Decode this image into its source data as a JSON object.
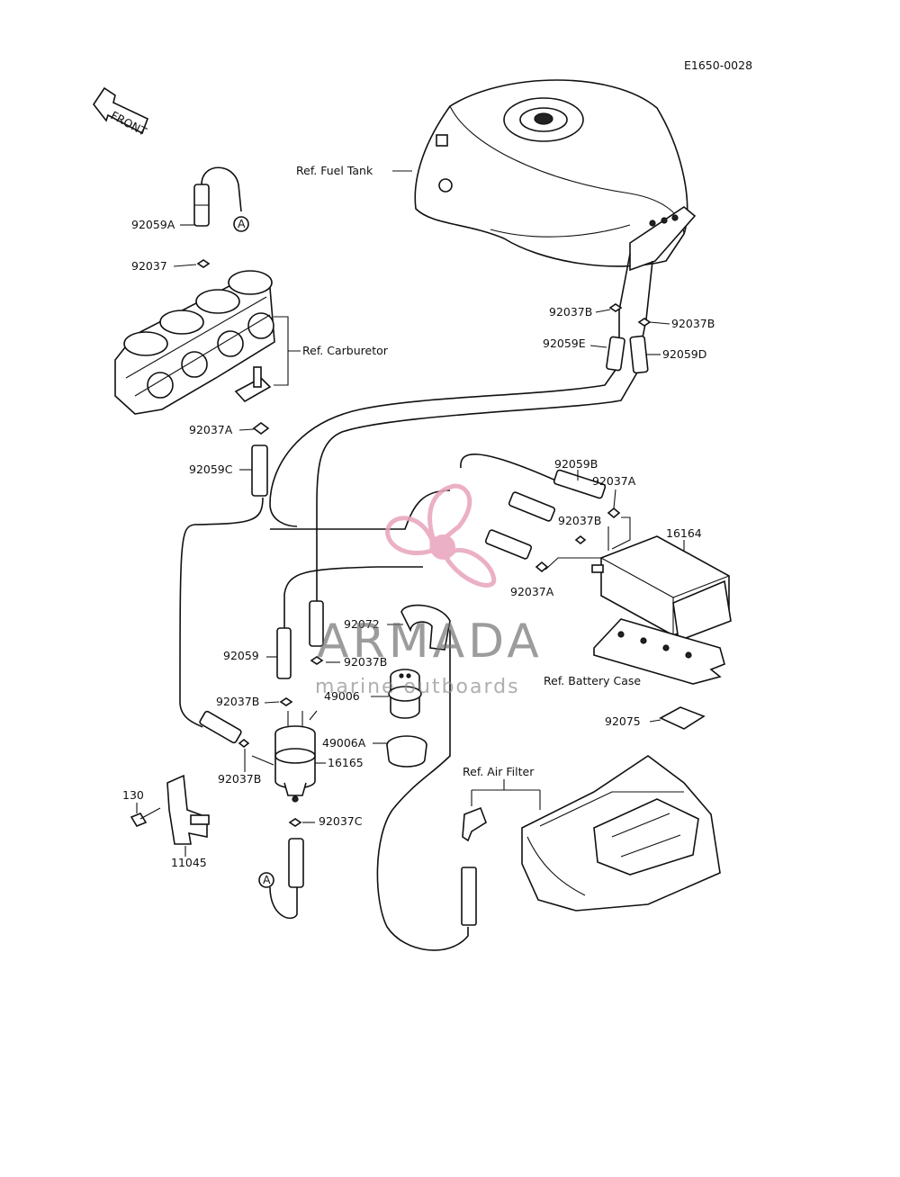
{
  "diagram_code": "E1650-0028",
  "front_label": "FRONT",
  "connector_letter": "A",
  "watermark": {
    "brand": "ARMADA",
    "tagline": "marine outboards",
    "logo_color": "#e8a3bd"
  },
  "labels": {
    "fuel_tank": "Ref. Fuel Tank",
    "carburetor": "Ref. Carburetor",
    "battery_case": "Ref. Battery Case",
    "air_filter": "Ref. Air Filter",
    "p92059A": "92059A",
    "p92037": "92037",
    "p92037A_1": "92037A",
    "p92059C": "92059C",
    "p92037B_1": "92037B",
    "p92037B_2": "92037B",
    "p92059E": "92059E",
    "p92059D": "92059D",
    "p92059B": "92059B",
    "p92037A_2": "92037A",
    "p92037B_3": "92037B",
    "p16164": "16164",
    "p92037A_3": "92037A",
    "p92072": "92072",
    "p92037B_4": "92037B",
    "p92059": "92059",
    "p49006": "49006",
    "p92037B_5": "92037B",
    "p49006A": "49006A",
    "p16165": "16165",
    "p92037B_6": "92037B",
    "p92075": "92075",
    "p130": "130",
    "p92037C": "92037C",
    "p11045": "11045"
  }
}
